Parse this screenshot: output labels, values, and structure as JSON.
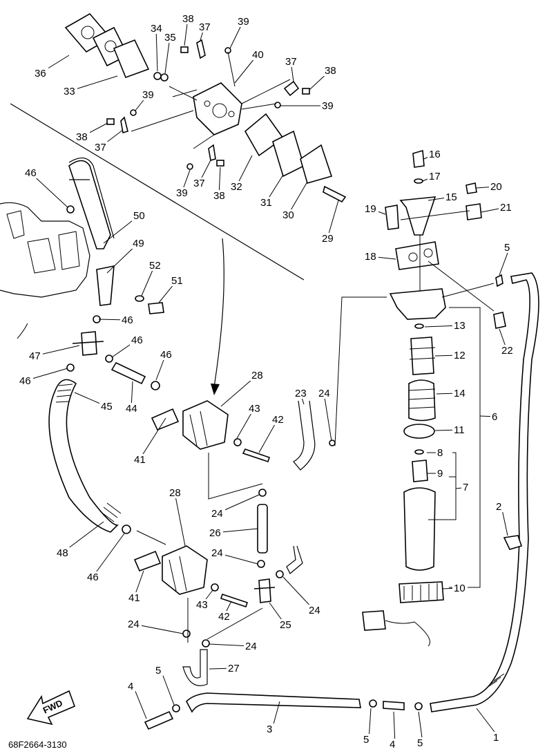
{
  "diagram": {
    "part_number": "68F2664-3130",
    "direction_badge": "FWD",
    "callouts": [
      "1",
      "2",
      "3",
      "4",
      "5",
      "6",
      "7",
      "8",
      "9",
      "10",
      "11",
      "12",
      "13",
      "14",
      "15",
      "16",
      "17",
      "18",
      "19",
      "20",
      "21",
      "22",
      "23",
      "24",
      "25",
      "26",
      "27",
      "28",
      "29",
      "30",
      "31",
      "32",
      "33",
      "34",
      "35",
      "36",
      "37",
      "38",
      "39",
      "40",
      "41",
      "42",
      "43",
      "44",
      "45",
      "46",
      "47",
      "48",
      "49",
      "50",
      "51",
      "52"
    ]
  }
}
